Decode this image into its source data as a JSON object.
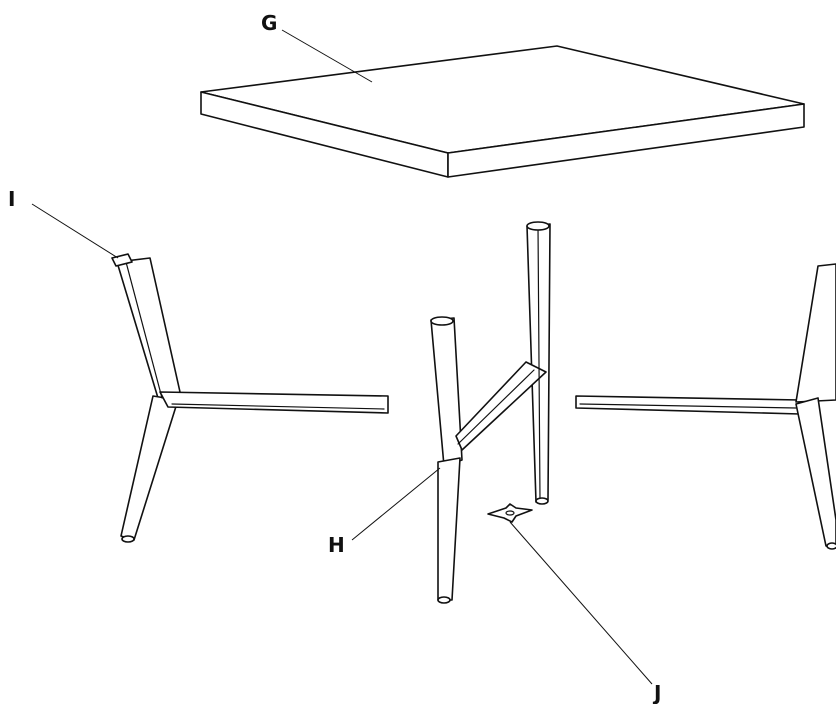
{
  "diagram": {
    "stroke_color": "#111111",
    "background_color": "#ffffff",
    "parts": [
      {
        "id": "G",
        "label": "G"
      },
      {
        "id": "H",
        "label": "H"
      },
      {
        "id": "I",
        "label": "I"
      },
      {
        "id": "J",
        "label": "J"
      }
    ]
  }
}
